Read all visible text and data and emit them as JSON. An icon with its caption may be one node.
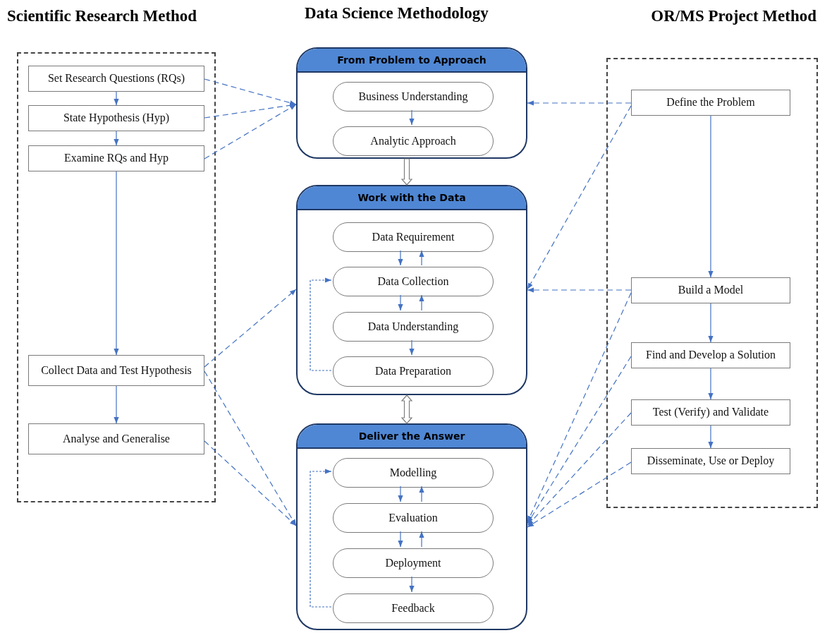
{
  "diagram": {
    "nodes": [
      {
        "text": [
          "Scientific Research Method"
        ]
      },
      {
        "text": [
          "Set Research Questions (RQs)"
        ],
        "in": 0
      },
      {
        "text": [
          "State Hypothesis (Hyp)"
        ],
        "in": 0
      },
      {
        "text": [
          "Examine RQs and Hyp"
        ],
        "in": 0
      },
      {
        "text": [
          "Collect Data and Test Hypothesis"
        ],
        "in": 0
      },
      {
        "text": [
          "Analyse and Generalise"
        ],
        "in": 0
      },
      {
        "text": [
          "From Problem to Approach"
        ]
      },
      {
        "text": [
          "Business Understanding"
        ],
        "in": 6
      },
      {
        "text": [
          "Analytic Approach"
        ],
        "in": 6
      },
      {
        "text": [
          "Work with the Data"
        ]
      },
      {
        "text": [
          "Data Requirement"
        ],
        "in": 9
      },
      {
        "text": [
          "Data Collection"
        ],
        "in": 9
      },
      {
        "text": [
          "Data Understanding"
        ],
        "in": 9
      },
      {
        "text": [
          "Data Preparation"
        ],
        "in": 9
      },
      {
        "text": [
          "Deliver the Answer"
        ]
      },
      {
        "text": [
          "Modelling"
        ],
        "in": 14
      },
      {
        "text": [
          "Evaluation"
        ],
        "in": 14
      },
      {
        "text": [
          "Deployment"
        ],
        "in": 14
      },
      {
        "text": [
          "Feedback"
        ],
        "in": 14
      },
      {
        "text": [
          "OR/MS Project Method"
        ]
      },
      {
        "text": [
          "Define the Problem"
        ],
        "in": 19
      },
      {
        "text": [
          "Build a Model"
        ],
        "in": 19
      },
      {
        "text": [
          "Find and Develop a Solution"
        ],
        "in": 19
      },
      {
        "text": [
          "Test (Verify) and Validate"
        ],
        "in": 19
      },
      {
        "text": [
          "Disseminate, Use or Deploy"
        ],
        "in": 19
      }
    ],
    "edges": [
      {
        "from": 1,
        "to": 2,
        "arrow": "to"
      },
      {
        "from": 2,
        "to": 3,
        "arrow": "to"
      },
      {
        "from": 3,
        "to": 4,
        "arrow": "to"
      },
      {
        "from": 4,
        "to": 5,
        "arrow": "to"
      },
      {
        "from": 1,
        "to": 6,
        "arrow": "to",
        "style": "dashed"
      },
      {
        "from": 2,
        "to": 6,
        "arrow": "to",
        "style": "dashed"
      },
      {
        "from": 3,
        "to": 6,
        "arrow": "to",
        "style": "dashed"
      },
      {
        "from": 4,
        "to": 9,
        "arrow": "to",
        "style": "dashed"
      },
      {
        "from": 4,
        "to": 14,
        "arrow": "to",
        "style": "dashed"
      },
      {
        "from": 5,
        "to": 14,
        "arrow": "to",
        "style": "dashed"
      },
      {
        "from": 7,
        "to": 8,
        "arrow": "to"
      },
      {
        "from": 6,
        "to": 9,
        "arrow": "to",
        "style": "thick",
        "color": "#7f7f7f"
      },
      {
        "from": 9,
        "to": 14,
        "arrow": "both",
        "style": "thick",
        "color": "#7f7f7f"
      },
      {
        "from": 10,
        "to": 11,
        "arrow": "to"
      },
      {
        "from": 11,
        "to": 10,
        "arrow": "to"
      },
      {
        "from": 11,
        "to": 12,
        "arrow": "to"
      },
      {
        "from": 12,
        "to": 11,
        "arrow": "to"
      },
      {
        "from": 12,
        "to": 13,
        "arrow": "to"
      },
      {
        "from": 13,
        "to": 11,
        "arrow": "to",
        "style": "dashed"
      },
      {
        "from": 15,
        "to": 16,
        "arrow": "to"
      },
      {
        "from": 16,
        "to": 15,
        "arrow": "to"
      },
      {
        "from": 16,
        "to": 17,
        "arrow": "to"
      },
      {
        "from": 17,
        "to": 16,
        "arrow": "to"
      },
      {
        "from": 17,
        "to": 18,
        "arrow": "to"
      },
      {
        "from": 18,
        "to": 15,
        "arrow": "to",
        "style": "dashed"
      },
      {
        "from": 20,
        "to": 21,
        "arrow": "to"
      },
      {
        "from": 21,
        "to": 22,
        "arrow": "to"
      },
      {
        "from": 22,
        "to": 23,
        "arrow": "to"
      },
      {
        "from": 23,
        "to": 24,
        "arrow": "to"
      },
      {
        "from": 20,
        "to": 6,
        "arrow": "to",
        "style": "dashed"
      },
      {
        "from": 20,
        "to": 9,
        "arrow": "to",
        "style": "dashed"
      },
      {
        "from": 21,
        "to": 9,
        "arrow": "to",
        "style": "dashed"
      },
      {
        "from": 21,
        "to": 14,
        "arrow": "to",
        "style": "dashed"
      },
      {
        "from": 22,
        "to": 14,
        "arrow": "to",
        "style": "dashed"
      },
      {
        "from": 23,
        "to": 14,
        "arrow": "to",
        "style": "dashed"
      },
      {
        "from": 24,
        "to": 14,
        "arrow": "to",
        "style": "dashed"
      }
    ],
    "labels": [
      "Data Science Methodology"
    ]
  }
}
